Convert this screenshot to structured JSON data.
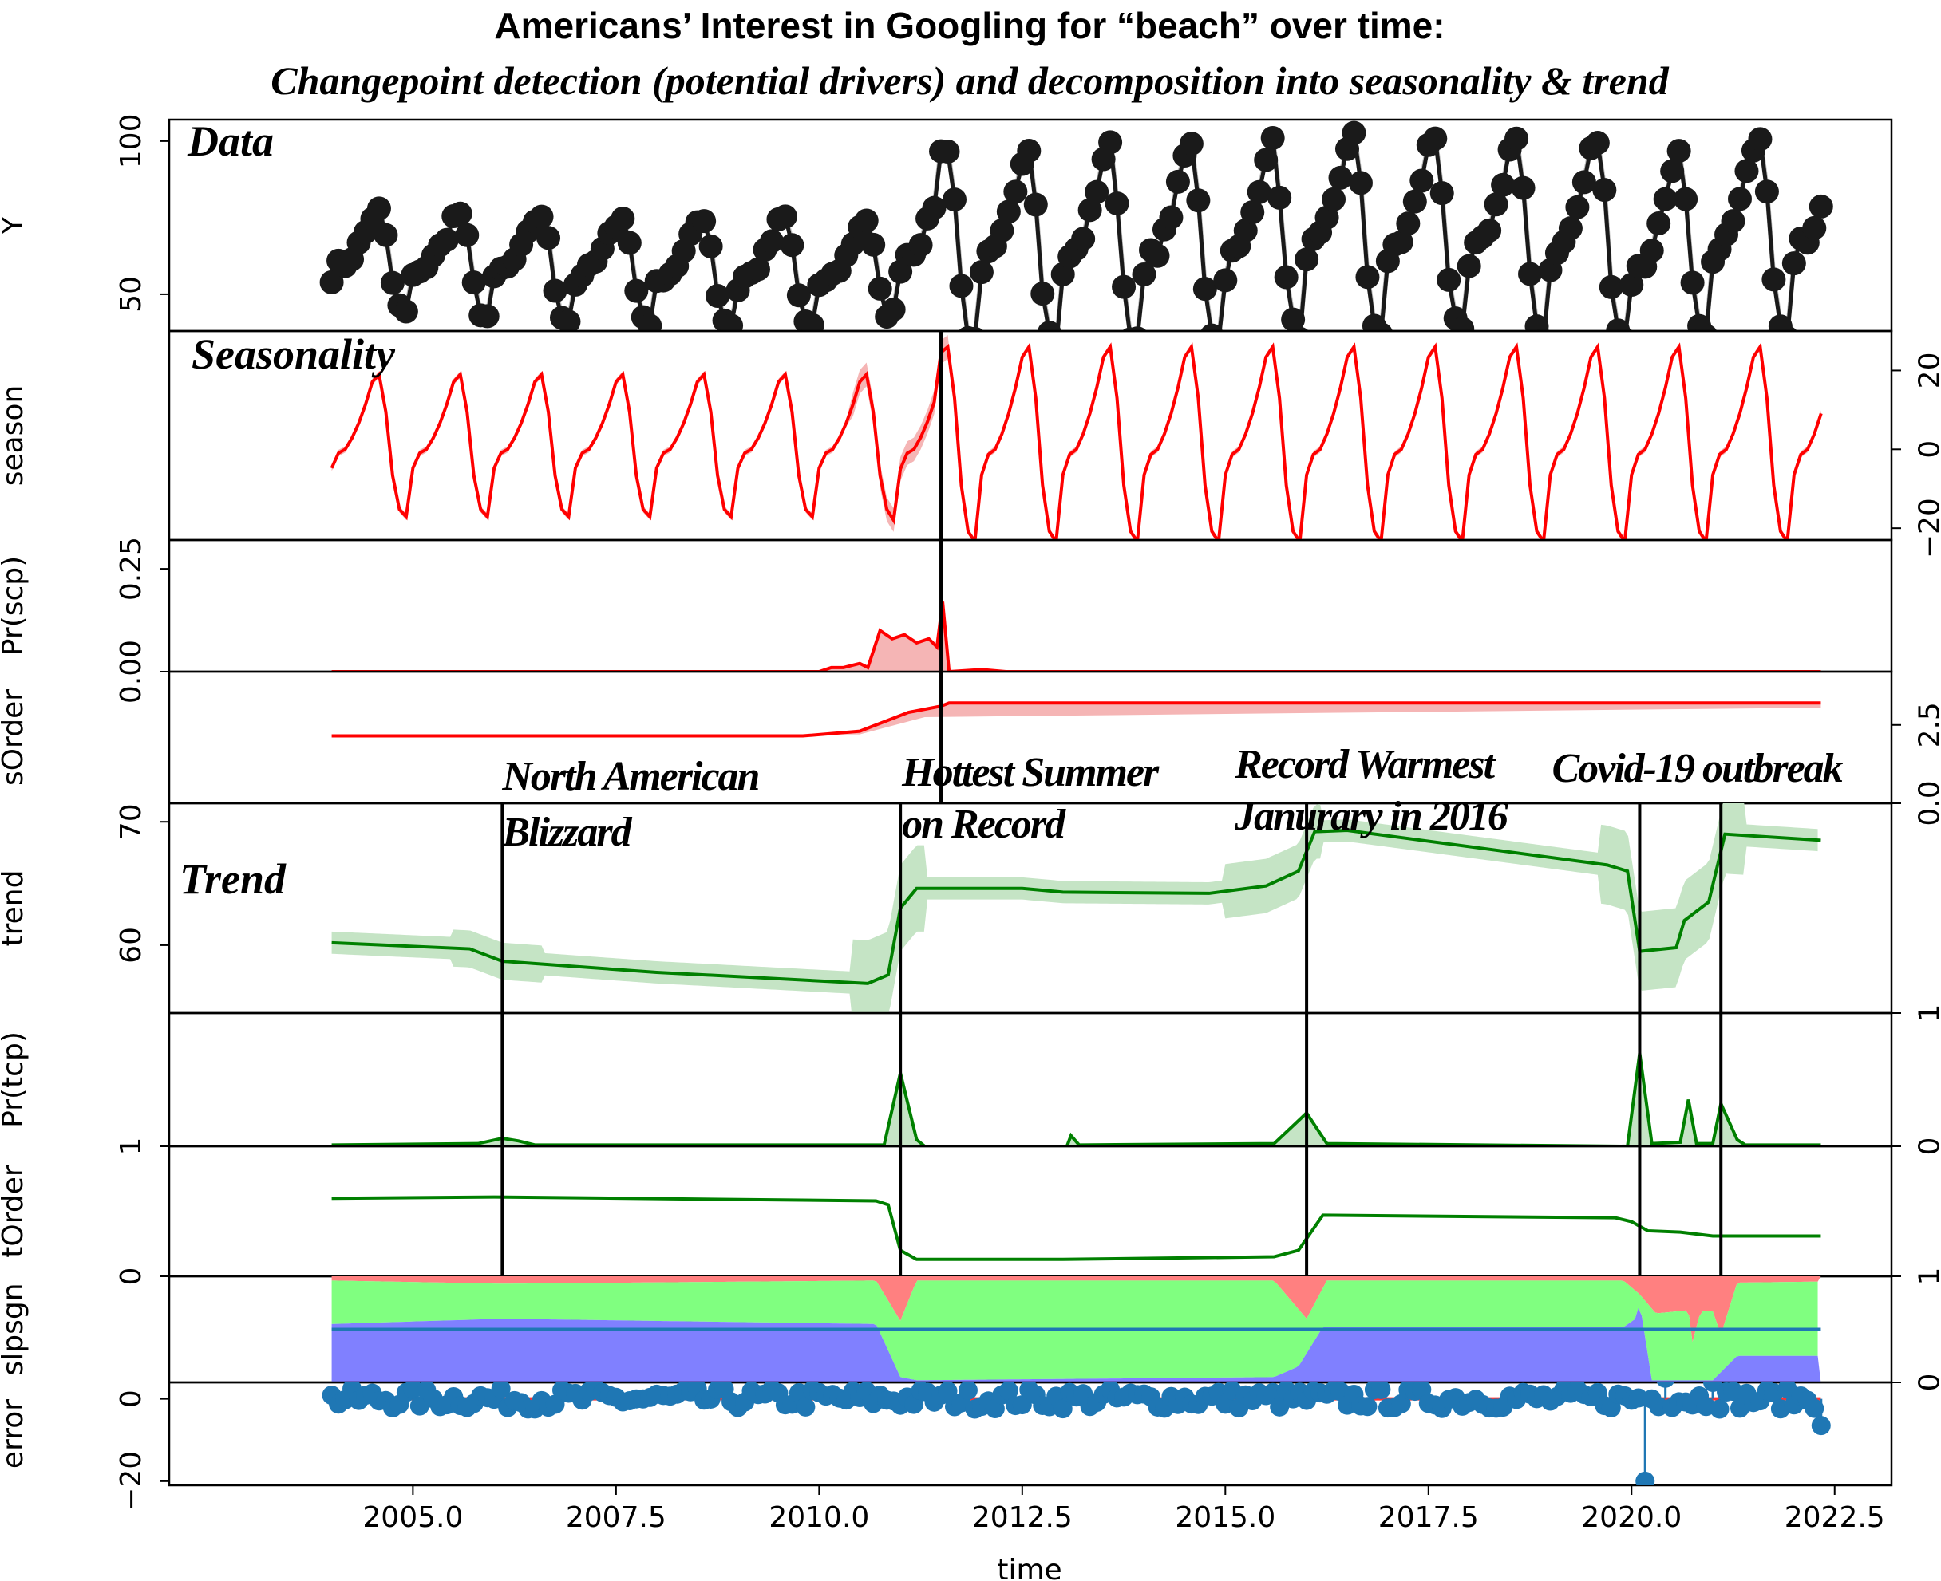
{
  "title": "Americans’ Interest in Googling for “beach” over time:",
  "subtitle": "Changepoint detection (potential drivers) and decomposition into seasonality & trend",
  "xlabel": "time",
  "panel_titles": {
    "data": "Data",
    "seasonality": "Seasonality",
    "trend": "Trend"
  },
  "annotations": [
    {
      "line1": "North American",
      "line2": "Blizzard",
      "x": 2006.1
    },
    {
      "line1": "Hottest Summer",
      "line2": "on Record",
      "x": 2011.0
    },
    {
      "line1": "Record Warmest",
      "line2": "Janurary in 2016",
      "x": 2016.0
    },
    {
      "line1": "Covid-19 outbreak",
      "line2": "",
      "x": 2020.1
    }
  ],
  "colors": {
    "data": "#1a1a1a",
    "season": "#ff0000",
    "season_band": "#f5b5b5",
    "trend": "#008000",
    "trend_band": "#c5e4c5",
    "error": "#1f77b4",
    "zero_line": "#ff3333",
    "slope_neg": "#ff8080",
    "slope_zero": "#80ff80",
    "slope_pos": "#8080ff"
  },
  "chart_data": {
    "type": "line",
    "x_range": [
      2004.0,
      2022.33
    ],
    "xlim": [
      2002.0,
      2023.2
    ],
    "x_ticks": [
      "2005.0",
      "2007.5",
      "2010.0",
      "2012.5",
      "2015.0",
      "2017.5",
      "2020.0",
      "2022.5"
    ],
    "x_tick_values": [
      2005.0,
      2007.5,
      2010.0,
      2012.5,
      2015.0,
      2017.5,
      2020.0,
      2022.5
    ],
    "season_changepoints": [
      2011.5
    ],
    "trend_changepoints": [
      2006.1,
      2011.0,
      2016.0,
      2020.1,
      2021.1
    ],
    "panels": [
      {
        "key": "Y",
        "ylabel": "Y",
        "side": "left",
        "ylim": [
          38,
          107
        ],
        "ticks": [
          "50",
          "100"
        ],
        "tick_values": [
          50,
          100
        ],
        "series_desc": "monthly search interest, seasonal peaks each summer",
        "base_trend": [
          [
            2004.0,
            60.2
          ],
          [
            2006.1,
            58.5
          ],
          [
            2010.7,
            55.5
          ],
          [
            2011.0,
            64.3
          ],
          [
            2013.0,
            64.0
          ],
          [
            2015.5,
            65.0
          ],
          [
            2016.0,
            68.3
          ],
          [
            2019.9,
            66.0
          ],
          [
            2020.1,
            59.5
          ],
          [
            2020.6,
            62.0
          ],
          [
            2021.1,
            68.5
          ],
          [
            2022.33,
            68.0
          ]
        ],
        "season_amp": [
          [
            2004.0,
            18.0
          ],
          [
            2010.9,
            20.0
          ],
          [
            2011.5,
            26.0
          ],
          [
            2022.33,
            26.0
          ]
        ]
      },
      {
        "key": "season",
        "ylabel": "season",
        "side": "right",
        "ylim": [
          -23,
          30
        ],
        "ticks": [
          "20",
          "0",
          "−20"
        ],
        "tick_values": [
          20,
          0,
          -20
        ],
        "pattern": [
          -5,
          -1,
          0,
          3,
          7,
          12,
          18,
          20,
          10,
          -7,
          -16,
          -18
        ],
        "amp_before_2011": 0.95,
        "amp_after_2011": 1.3
      },
      {
        "key": "Pr(scp)",
        "ylabel": "Pr(scp)",
        "side": "left",
        "ylim": [
          0,
          0.32
        ],
        "ticks": [
          "0.00",
          "0.25"
        ],
        "tick_values": [
          0.0,
          0.25
        ],
        "points": [
          [
            2004.0,
            0.0
          ],
          [
            2010.0,
            0.0
          ],
          [
            2010.15,
            0.01
          ],
          [
            2010.3,
            0.01
          ],
          [
            2010.5,
            0.02
          ],
          [
            2010.6,
            0.01
          ],
          [
            2010.75,
            0.1
          ],
          [
            2010.9,
            0.08
          ],
          [
            2011.05,
            0.09
          ],
          [
            2011.2,
            0.07
          ],
          [
            2011.35,
            0.08
          ],
          [
            2011.45,
            0.06
          ],
          [
            2011.52,
            0.17
          ],
          [
            2011.6,
            0.0
          ],
          [
            2012.0,
            0.005
          ],
          [
            2012.3,
            0.0
          ],
          [
            2022.33,
            0.0
          ]
        ]
      },
      {
        "key": "sOrder",
        "ylabel": "sOrder",
        "side": "right",
        "ylim": [
          0,
          4.2
        ],
        "ticks": [
          "2.5",
          "0.0"
        ],
        "tick_values": [
          2.5,
          0.0
        ],
        "points": [
          [
            2004.0,
            2.15
          ],
          [
            2009.8,
            2.15
          ],
          [
            2010.5,
            2.3
          ],
          [
            2011.1,
            2.9
          ],
          [
            2011.5,
            3.1
          ],
          [
            2011.6,
            3.2
          ],
          [
            2022.33,
            3.2
          ]
        ]
      },
      {
        "key": "trend",
        "ylabel": "trend",
        "side": "left",
        "ylim": [
          54.5,
          71.5
        ],
        "ticks": [
          "60",
          "70"
        ],
        "tick_values": [
          60,
          70
        ],
        "points": [
          [
            2004.0,
            60.2
          ],
          [
            2005.7,
            59.7
          ],
          [
            2006.1,
            58.7
          ],
          [
            2008.0,
            57.8
          ],
          [
            2010.6,
            56.9
          ],
          [
            2010.85,
            57.6
          ],
          [
            2011.0,
            63.0
          ],
          [
            2011.2,
            64.6
          ],
          [
            2012.5,
            64.6
          ],
          [
            2013.0,
            64.3
          ],
          [
            2014.8,
            64.2
          ],
          [
            2015.5,
            64.8
          ],
          [
            2015.9,
            66.0
          ],
          [
            2016.1,
            69.2
          ],
          [
            2016.5,
            69.3
          ],
          [
            2019.7,
            66.5
          ],
          [
            2019.95,
            66.0
          ],
          [
            2020.1,
            59.5
          ],
          [
            2020.55,
            59.8
          ],
          [
            2020.65,
            62.0
          ],
          [
            2020.95,
            63.5
          ],
          [
            2021.15,
            69.0
          ],
          [
            2022.33,
            68.5
          ]
        ]
      },
      {
        "key": "Pr(tcp)",
        "ylabel": "Pr(tcp)",
        "side": "right",
        "ylim": [
          0,
          1.0
        ],
        "ticks": [
          "1",
          "0"
        ],
        "tick_values": [
          1,
          0
        ],
        "points": [
          [
            2004.0,
            0.01
          ],
          [
            2005.8,
            0.02
          ],
          [
            2006.1,
            0.06
          ],
          [
            2006.3,
            0.04
          ],
          [
            2006.5,
            0.01
          ],
          [
            2010.8,
            0.01
          ],
          [
            2011.0,
            0.55
          ],
          [
            2011.2,
            0.05
          ],
          [
            2011.3,
            0.0
          ],
          [
            2013.05,
            0.0
          ],
          [
            2013.1,
            0.08
          ],
          [
            2013.2,
            0.01
          ],
          [
            2015.6,
            0.02
          ],
          [
            2016.0,
            0.25
          ],
          [
            2016.25,
            0.02
          ],
          [
            2019.95,
            0.0
          ],
          [
            2020.1,
            0.7
          ],
          [
            2020.25,
            0.02
          ],
          [
            2020.6,
            0.03
          ],
          [
            2020.7,
            0.35
          ],
          [
            2020.8,
            0.02
          ],
          [
            2021.0,
            0.02
          ],
          [
            2021.1,
            0.32
          ],
          [
            2021.3,
            0.05
          ],
          [
            2021.4,
            0.01
          ],
          [
            2022.33,
            0.01
          ]
        ]
      },
      {
        "key": "tOrder",
        "ylabel": "tOrder",
        "side": "left",
        "ylim": [
          0,
          1.0
        ],
        "ticks": [
          "0",
          "1"
        ],
        "tick_values": [
          0,
          1
        ],
        "points": [
          [
            2004.0,
            0.6
          ],
          [
            2006.0,
            0.61
          ],
          [
            2010.7,
            0.58
          ],
          [
            2010.85,
            0.55
          ],
          [
            2011.0,
            0.2
          ],
          [
            2011.2,
            0.13
          ],
          [
            2013.0,
            0.13
          ],
          [
            2015.6,
            0.15
          ],
          [
            2015.9,
            0.2
          ],
          [
            2016.2,
            0.47
          ],
          [
            2019.8,
            0.45
          ],
          [
            2020.0,
            0.42
          ],
          [
            2020.2,
            0.35
          ],
          [
            2020.6,
            0.34
          ],
          [
            2021.0,
            0.31
          ],
          [
            2022.33,
            0.31
          ]
        ]
      },
      {
        "key": "slpsgn",
        "ylabel": "slpsgn",
        "side": "right",
        "ylim": [
          0,
          1.0
        ],
        "ticks": [
          "1",
          "0"
        ],
        "tick_values": [
          1,
          0
        ],
        "neg_bottom": [
          [
            2004.0,
            0.96
          ],
          [
            2006.1,
            0.93
          ],
          [
            2010.7,
            0.96
          ],
          [
            2011.0,
            0.58
          ],
          [
            2011.2,
            0.96
          ],
          [
            2015.6,
            0.96
          ],
          [
            2016.0,
            0.6
          ],
          [
            2016.25,
            0.96
          ],
          [
            2019.9,
            0.96
          ],
          [
            2020.1,
            0.83
          ],
          [
            2020.3,
            0.65
          ],
          [
            2020.7,
            0.68
          ],
          [
            2020.75,
            0.38
          ],
          [
            2020.85,
            0.67
          ],
          [
            2021.0,
            0.67
          ],
          [
            2021.1,
            0.45
          ],
          [
            2021.3,
            0.94
          ],
          [
            2022.33,
            0.95
          ]
        ],
        "pos_top": [
          [
            2004.0,
            0.55
          ],
          [
            2006.1,
            0.6
          ],
          [
            2010.7,
            0.55
          ],
          [
            2011.0,
            0.05
          ],
          [
            2011.2,
            0.02
          ],
          [
            2015.6,
            0.05
          ],
          [
            2015.9,
            0.15
          ],
          [
            2016.2,
            0.52
          ],
          [
            2019.9,
            0.52
          ],
          [
            2020.05,
            0.6
          ],
          [
            2020.1,
            0.75
          ],
          [
            2020.25,
            0.02
          ],
          [
            2021.0,
            0.02
          ],
          [
            2021.3,
            0.25
          ],
          [
            2022.33,
            0.25
          ]
        ],
        "mean_line": 0.5
      },
      {
        "key": "error",
        "ylabel": "error",
        "side": "left",
        "ylim": [
          -21,
          4
        ],
        "ticks": [
          "−20",
          "0"
        ],
        "tick_values": [
          -20,
          0
        ],
        "outliers": [
          [
            2020.15,
            -6.0
          ],
          [
            2020.2,
            -20.0
          ],
          [
            2020.4,
            5.0
          ],
          [
            2021.0,
            4.0
          ],
          [
            2022.33,
            -6.5
          ]
        ]
      }
    ]
  }
}
